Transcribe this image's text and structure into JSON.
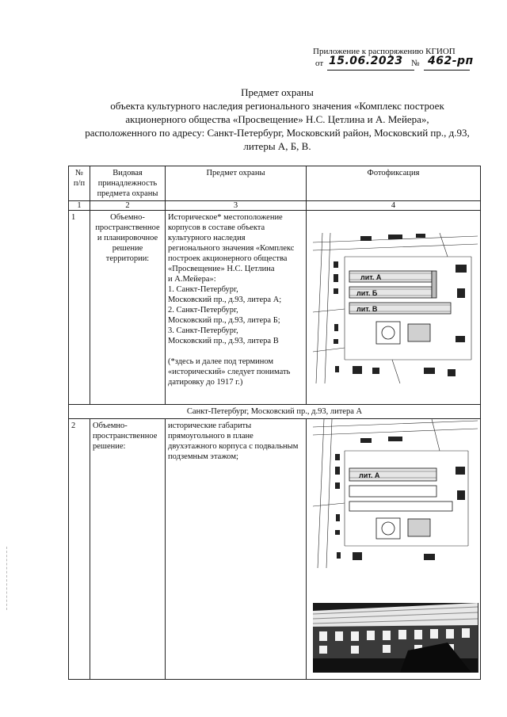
{
  "appendix": {
    "line1": "Приложение к распоряжению КГИОП",
    "from_label": "от",
    "date": "15.06.2023",
    "no_label": "№",
    "number": "462-рп"
  },
  "title": {
    "line1": "Предмет охраны",
    "line2": "объекта культурного наследия регионального значения «Комплекс построек",
    "line3": "акционерного общества «Просвещение» Н.С. Цетлина  и А. Мейера»,",
    "line4": "расположенного по адресу: Санкт-Петербург, Московский район, Московский пр., д.93,",
    "line5": "литеры А, Б, В."
  },
  "table": {
    "headers": [
      "№ п/п",
      "Видовая принадлежность предмета охраны",
      "Предмет охраны",
      "Фотофиксация"
    ],
    "col_numbers": [
      "1",
      "2",
      "3",
      "4"
    ],
    "row1": {
      "num": "1",
      "type": "Объемно-пространственное и планировочное решение территории:",
      "subject_lines": [
        "Историческое* местоположение",
        "корпусов в составе объекта",
        "культурного наследия",
        "регионального значения «Комплекс",
        "построек акционерного общества",
        "«Просвещение» Н.С. Цетлина",
        "и А.Мейера»:",
        "1. Санкт-Петербург,",
        "Московский пр., д.93, литера А;",
        "2. Санкт-Петербург,",
        "Московский пр., д.93, литера Б;",
        "3. Санкт-Петербург,",
        "Московский пр., д.93, литера В",
        "",
        "(*здесь и далее под термином",
        "«исторический» следует понимать",
        "датировку до 1917 г.)"
      ],
      "map_labels": [
        "лит. А",
        "лит. Б",
        "лит. В"
      ]
    },
    "section_row": "Санкт-Петербург, Московский пр., д.93, литера А",
    "row2": {
      "num": "2",
      "type": "Объемно-пространственное решение:",
      "subject_lines": [
        "исторические габариты",
        "прямоугольного в плане",
        "двухэтажного корпуса с подвальным",
        "подземным этажом;"
      ],
      "map_labels": [
        "лит. А"
      ]
    }
  }
}
